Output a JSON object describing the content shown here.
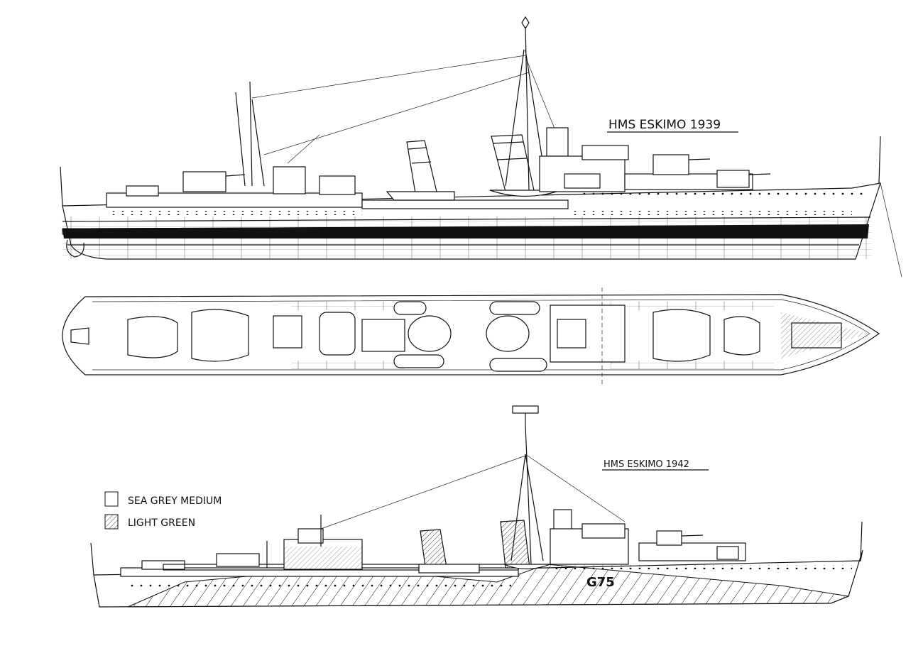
{
  "drawing_1939": {
    "title": "HMS ESKIMO  1939"
  },
  "drawing_1942": {
    "title": "HMS ESKIMO  1942",
    "pennant_number": "G75"
  },
  "legend": {
    "items": [
      {
        "label": "SEA GREY MEDIUM",
        "pattern": "plain"
      },
      {
        "label": "LIGHT  GREEN",
        "pattern": "hatched"
      }
    ]
  },
  "colors": {
    "ink": "#111111",
    "paper": "#ffffff"
  }
}
